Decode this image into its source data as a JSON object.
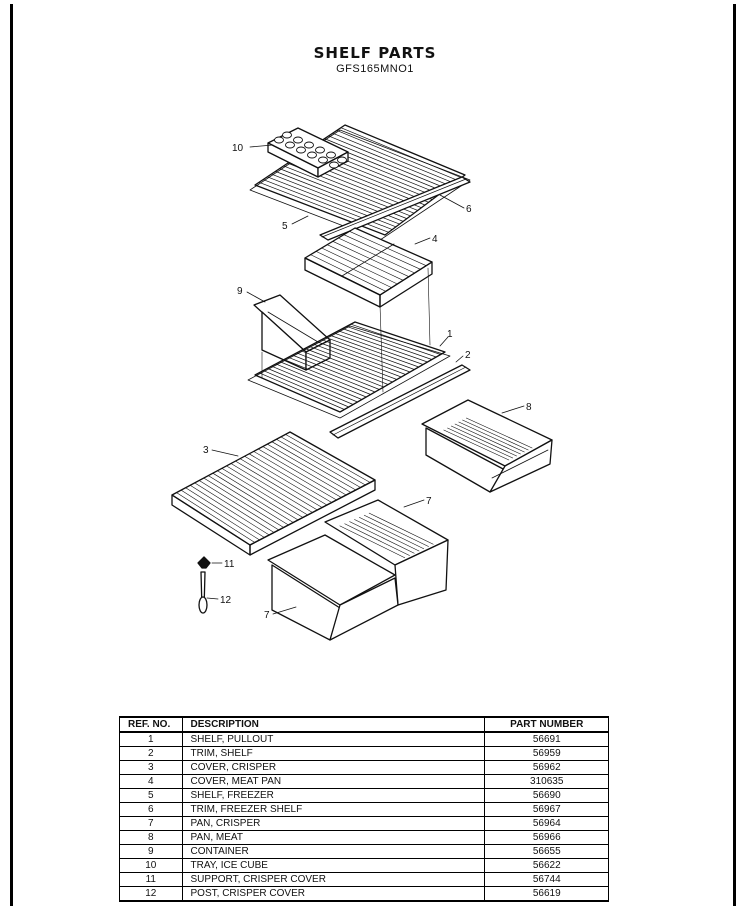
{
  "title": "SHELF PARTS",
  "model": "GFS165MNO1",
  "callouts": [
    "10",
    "5",
    "6",
    "4",
    "9",
    "1",
    "2",
    "8",
    "3",
    "7",
    "7",
    "11",
    "12"
  ],
  "table": {
    "headers": {
      "ref": "REF. NO.",
      "description": "DESCRIPTION",
      "part_number": "PART NUMBER"
    },
    "rows": [
      {
        "ref": "1",
        "description": "SHELF, PULLOUT",
        "part_number": "56691"
      },
      {
        "ref": "2",
        "description": "TRIM, SHELF",
        "part_number": "56959"
      },
      {
        "ref": "3",
        "description": "COVER, CRISPER",
        "part_number": "56962"
      },
      {
        "ref": "4",
        "description": "COVER, MEAT PAN",
        "part_number": "310635"
      },
      {
        "ref": "5",
        "description": "SHELF, FREEZER",
        "part_number": "56690"
      },
      {
        "ref": "6",
        "description": "TRIM, FREEZER SHELF",
        "part_number": "56967"
      },
      {
        "ref": "7",
        "description": "PAN, CRISPER",
        "part_number": "56964"
      },
      {
        "ref": "8",
        "description": "PAN, MEAT",
        "part_number": "56966"
      },
      {
        "ref": "9",
        "description": "CONTAINER",
        "part_number": "56655"
      },
      {
        "ref": "10",
        "description": "TRAY, ICE CUBE",
        "part_number": "56622"
      },
      {
        "ref": "11",
        "description": "SUPPORT, CRISPER COVER",
        "part_number": "56744"
      },
      {
        "ref": "12",
        "description": "POST, CRISPER COVER",
        "part_number": "56619"
      }
    ]
  }
}
